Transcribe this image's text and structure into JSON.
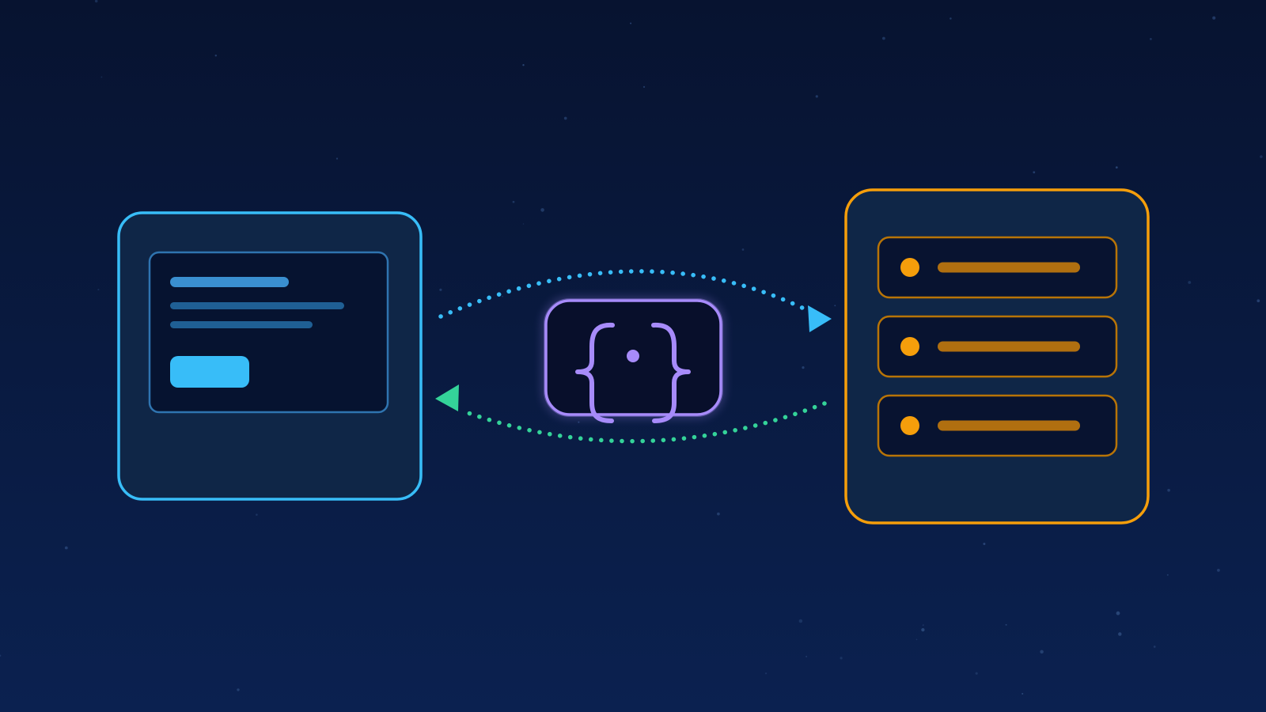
{
  "colors": {
    "background_top": "#071330",
    "background_bottom": "#0b2150",
    "client_accent": "#38bdf8",
    "client_fill": "#0f2647",
    "client_inner_fill": "#061330",
    "client_line": "#1f5f94",
    "api_accent": "#a78bfa",
    "api_fill": "#080f2b",
    "server_accent": "#f59e0b",
    "server_fill": "#0f2647",
    "server_row_fill": "#081330",
    "server_row_border": "#b87407",
    "server_bar": "#b06f10",
    "request_arrow": "#38bdf8",
    "response_arrow": "#34d399",
    "star": "#2f4d80"
  },
  "icons": {
    "client": "browser-window-icon",
    "api": "curly-braces-icon",
    "server": "server-rack-icon"
  },
  "nodes": {
    "client": {
      "name": "client-window"
    },
    "api": {
      "name": "api-json-braces"
    },
    "server": {
      "name": "server-rack",
      "row_count": 3
    }
  },
  "edges": [
    {
      "name": "request-arrow",
      "from": "client",
      "to": "server",
      "style": "dotted"
    },
    {
      "name": "response-arrow",
      "from": "server",
      "to": "client",
      "style": "dotted"
    }
  ]
}
